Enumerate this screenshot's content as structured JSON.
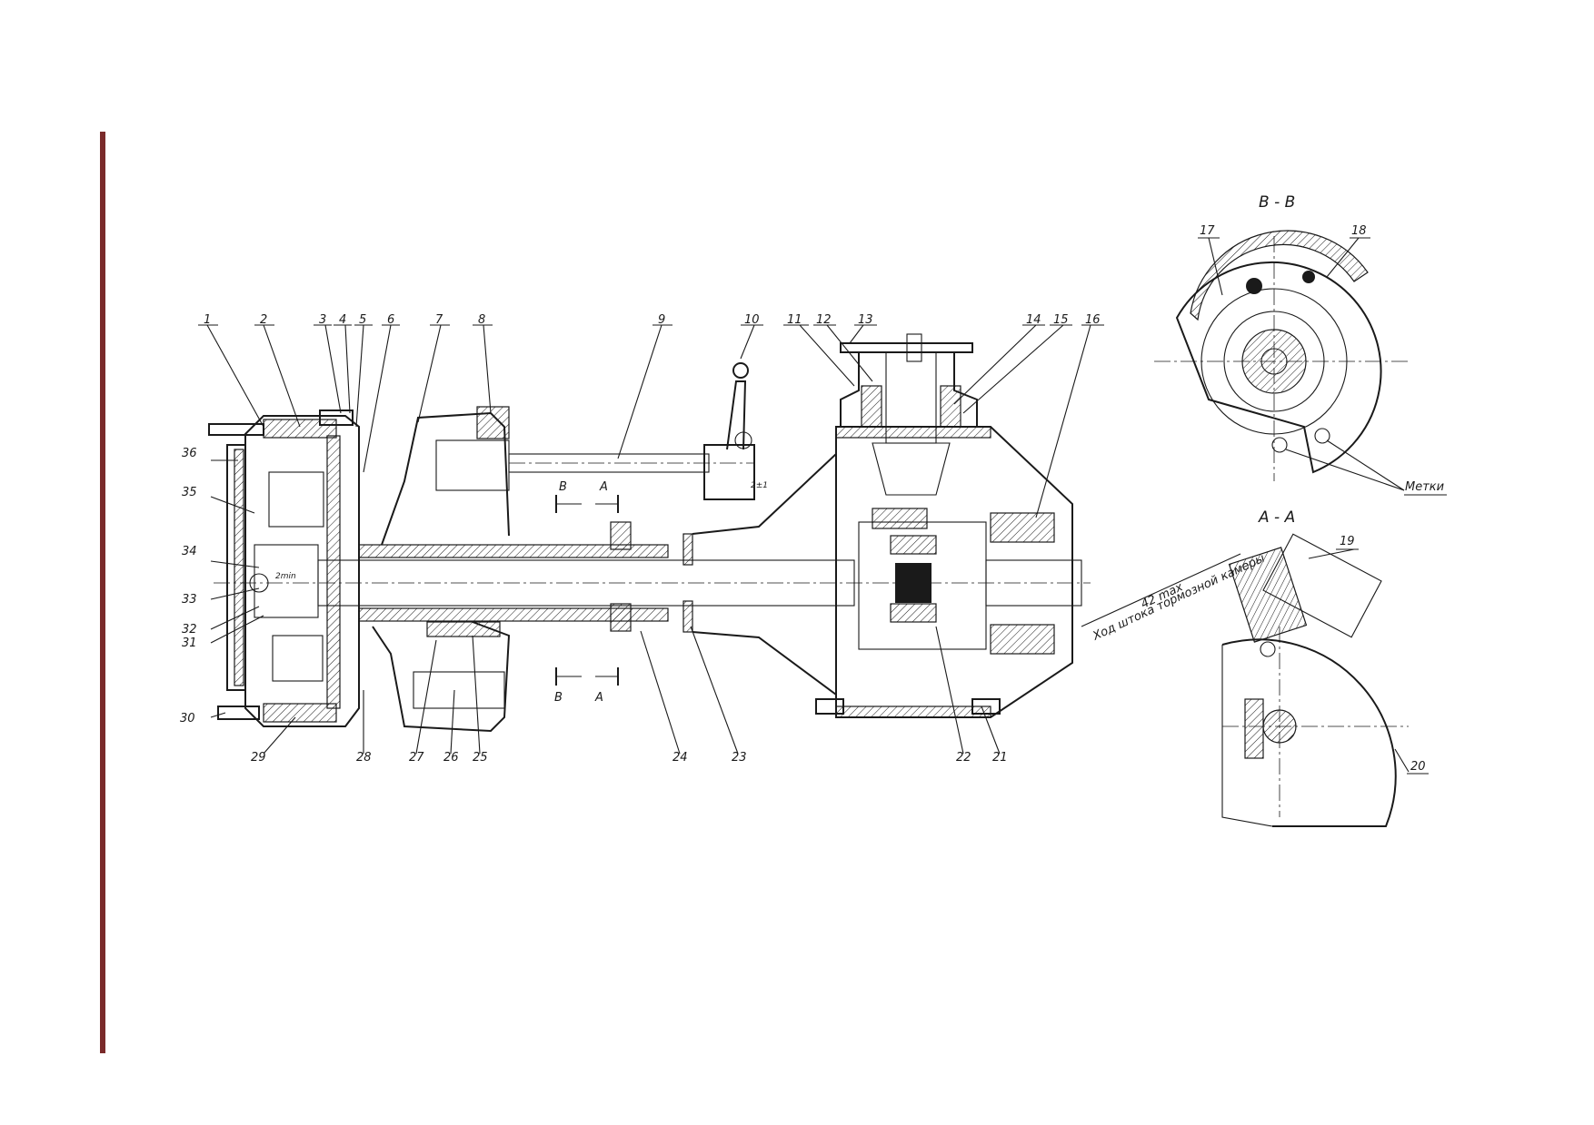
{
  "main_view": {
    "callouts": [
      "1",
      "2",
      "3",
      "4",
      "5",
      "6",
      "7",
      "8",
      "9",
      "10",
      "11",
      "12",
      "13",
      "14",
      "15",
      "16",
      "21",
      "22",
      "23",
      "24",
      "25",
      "26",
      "27",
      "28",
      "29",
      "30",
      "31",
      "32",
      "33",
      "34",
      "35",
      "36"
    ],
    "section_markers": [
      "B",
      "A",
      "B",
      "A"
    ],
    "annotations": [
      "2min",
      "2±1"
    ]
  },
  "section_bb": {
    "title": "B - B",
    "callouts": [
      "17",
      "18"
    ],
    "note": "Метки"
  },
  "section_aa": {
    "title": "A - A",
    "callouts": [
      "19",
      "20"
    ],
    "dimension": "42 max",
    "note": "Ход штока тормозной камеры"
  },
  "colors": {
    "border_bar": "#7a2a2a",
    "ink": "#1a1a1a"
  }
}
